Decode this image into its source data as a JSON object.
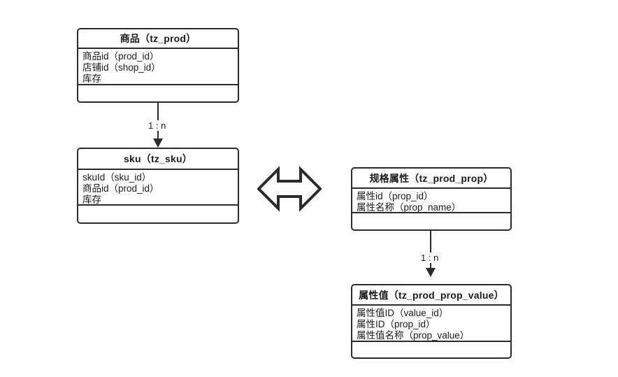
{
  "diagram": {
    "title_text": "",
    "stroke_color": "#2b2b2b",
    "text_color": "#1a1a1a",
    "background": "#ffffff",
    "entities": [
      {
        "id": "tz_prod",
        "title": "商品（tz_prod）",
        "attributes": [
          "商品id（prod_id）",
          "店铺id（shop_id）",
          "库存"
        ],
        "methods": []
      },
      {
        "id": "tz_sku",
        "title": "sku（tz_sku）",
        "attributes": [
          "skuId（sku_id）",
          "商品id（prod_id）",
          "库存"
        ],
        "methods": []
      },
      {
        "id": "tz_prod_prop",
        "title": "规格属性（tz_prod_prop）",
        "attributes": [
          "属性id（prop_id）",
          "属性名称（prop_name）"
        ],
        "methods": []
      },
      {
        "id": "tz_prod_prop_value",
        "title": "属性值（tz_prod_prop_value）",
        "attributes": [
          "属性值ID（value_id）",
          "属性ID（prop_id）",
          "属性值名称（prop_value）"
        ],
        "methods": []
      }
    ],
    "relations": [
      {
        "id": "prod-to-sku",
        "from": "tz_prod",
        "to": "tz_sku",
        "label": "1 : n",
        "arrow": "filled-triangle-down"
      },
      {
        "id": "prop-to-value",
        "from": "tz_prod_prop",
        "to": "tz_prod_prop_value",
        "label": "1 : n",
        "arrow": "filled-triangle-down"
      },
      {
        "id": "sku-to-prop",
        "from": "tz_sku",
        "to": "tz_prod_prop",
        "label": "",
        "arrow": "hollow-double-headed"
      }
    ]
  }
}
